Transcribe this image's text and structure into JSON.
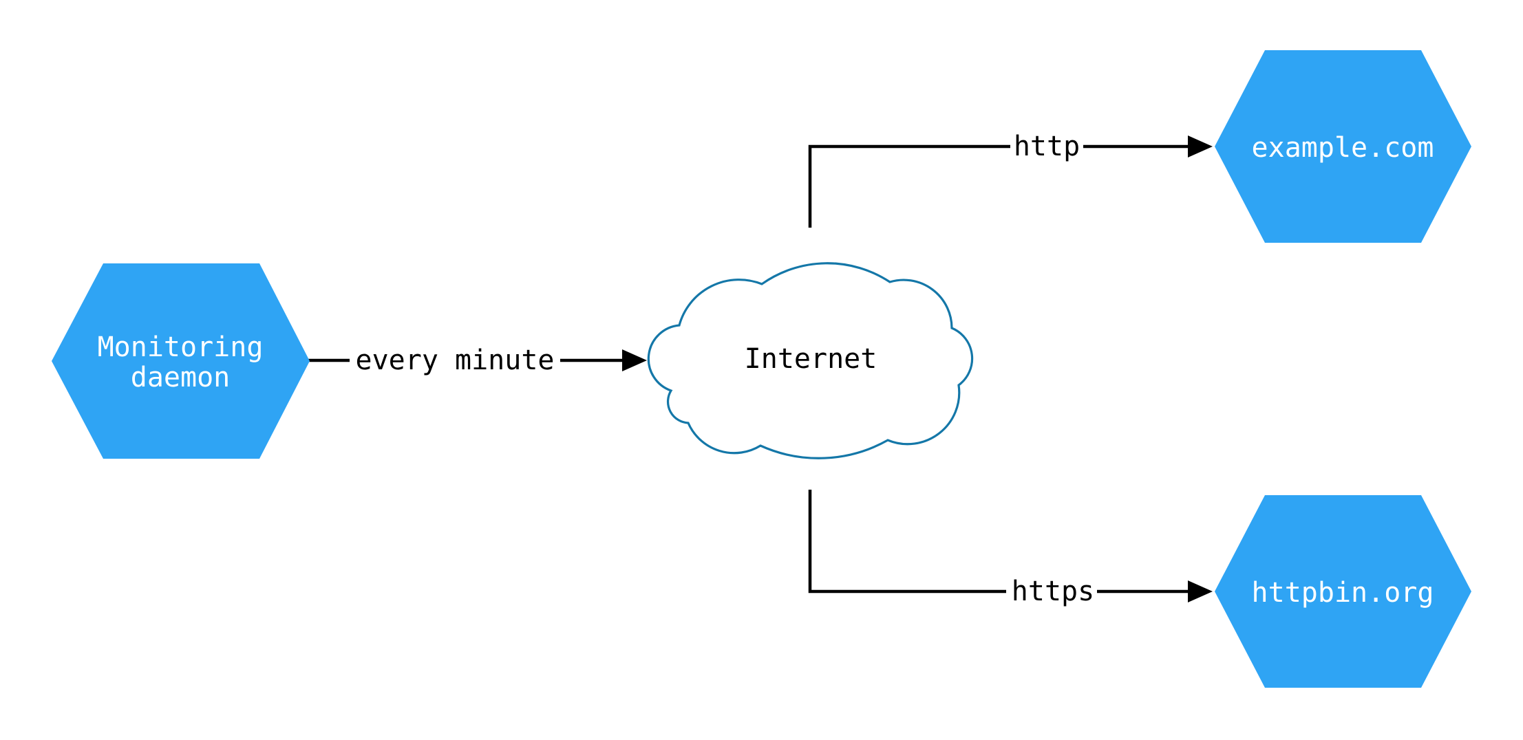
{
  "diagram": {
    "type": "network-diagram",
    "background": "#ffffff",
    "nodes": {
      "monitoring_daemon": {
        "label": "Monitoring daemon",
        "line1": "Monitoring",
        "line2": "daemon",
        "shape": "hexagon"
      },
      "internet": {
        "label": "Internet",
        "shape": "cloud"
      },
      "example_com": {
        "label": "example.com",
        "shape": "hexagon"
      },
      "httpbin_org": {
        "label": "httpbin.org",
        "shape": "hexagon"
      }
    },
    "edges": [
      {
        "from": "monitoring_daemon",
        "to": "internet",
        "label": "every minute",
        "arrow": "right"
      },
      {
        "from": "internet",
        "to": "example_com",
        "label": "http",
        "arrow": "right"
      },
      {
        "from": "internet",
        "to": "httpbin_org",
        "label": "https",
        "arrow": "right"
      }
    ],
    "colors": {
      "node_fill": "#2FA4F4",
      "node_text": "#FFFFFF",
      "cloud_stroke": "#1477A8",
      "cloud_fill": "#FFFFFF",
      "edge": "#000000",
      "edge_label_text": "#000000",
      "label_bg": "#FFFFFF"
    }
  }
}
